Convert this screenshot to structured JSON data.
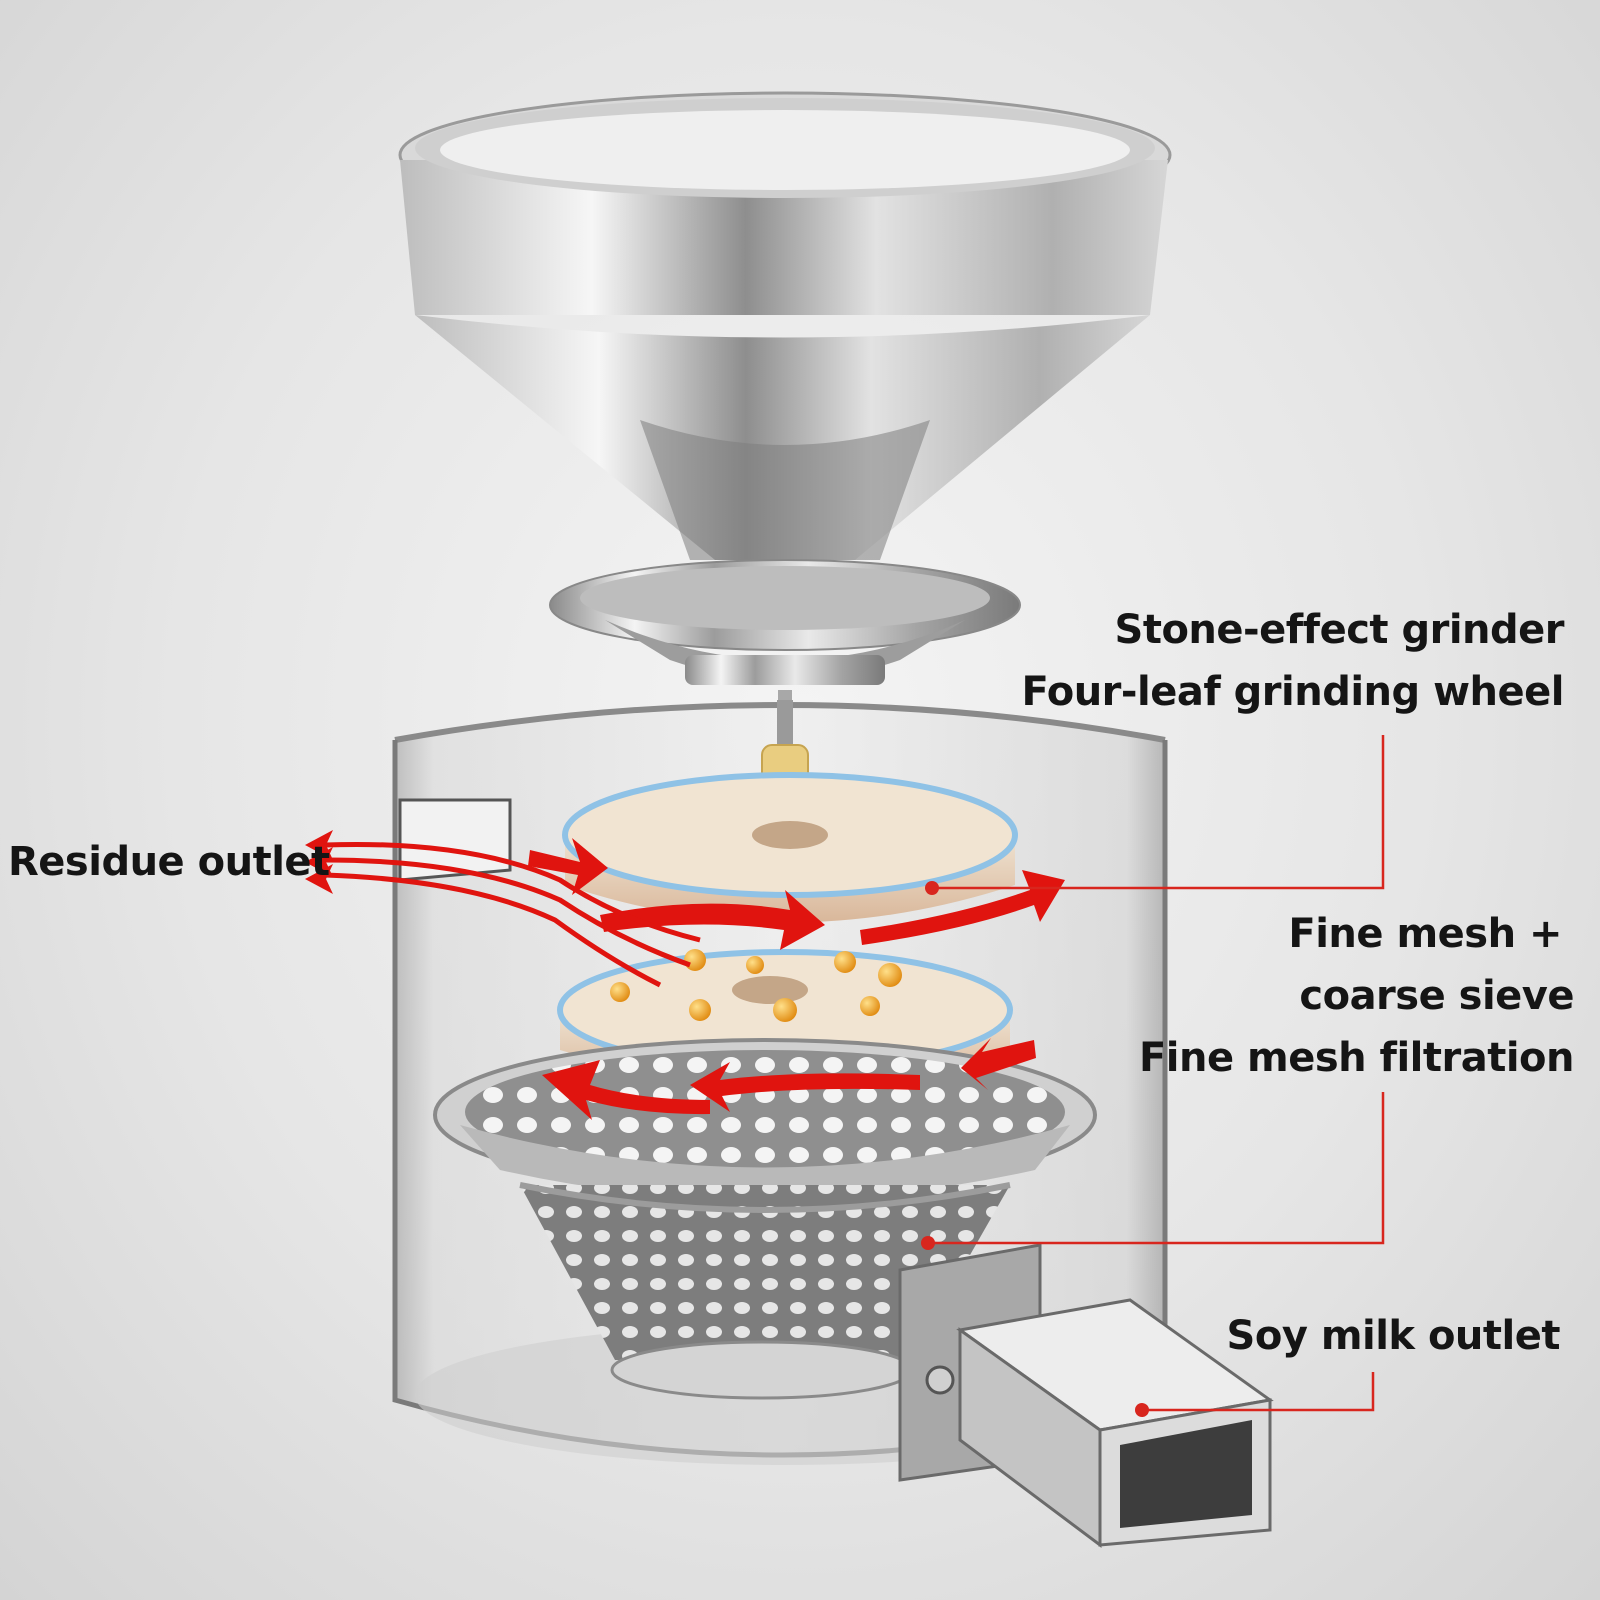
{
  "labels": {
    "stone_effect": "Stone-effect grinder",
    "four_leaf": "Four-leaf grinding wheel",
    "residue": "Residue outlet",
    "fine_mesh_plus": "Fine mesh +",
    "coarse_sieve": "coarse sieve",
    "fine_mesh_filtration": "Fine mesh filtration",
    "soy_milk": "Soy milk outlet"
  },
  "colors": {
    "arrow": "#e0140f",
    "leader": "#d8261e",
    "steel_light": "#f2f2f2",
    "steel_dark": "#6e6e6e",
    "stone": "#e8d8c4",
    "bean": "#f0a828"
  }
}
